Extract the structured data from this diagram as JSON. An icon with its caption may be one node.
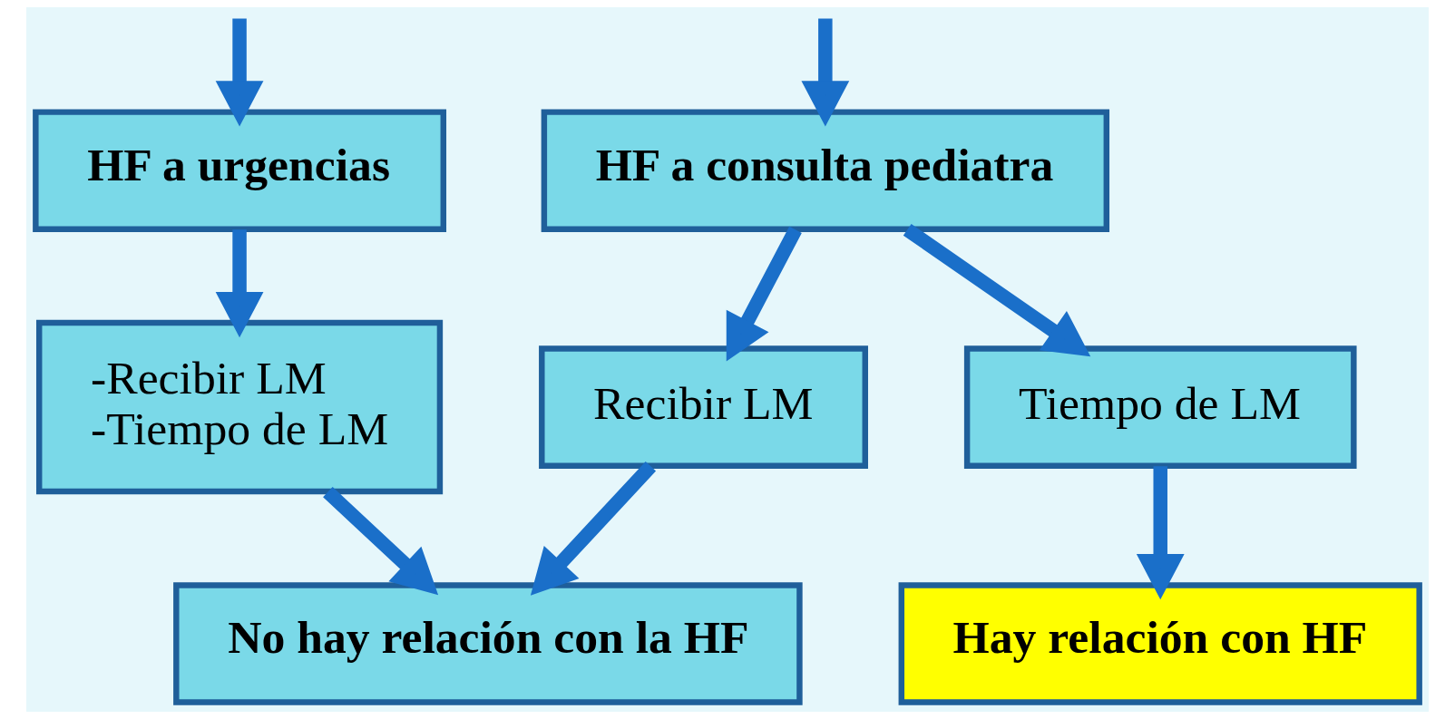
{
  "diagram": {
    "nodes": [
      {
        "text": [
          "HF a urgencias"
        ]
      },
      {
        "text": [
          "-Recibir LM",
          "-Tiempo de LM"
        ]
      },
      {
        "text": [
          "No hay relación con la HF"
        ]
      },
      {
        "text": [
          "HF a consulta pediatra"
        ]
      },
      {
        "text": [
          "Recibir LM"
        ]
      },
      {
        "text": [
          "Tiempo de LM"
        ]
      },
      {
        "text": [
          "Hay relación con HF"
        ]
      }
    ],
    "edges": [
      {
        "from": null,
        "to": 0,
        "arrow": "to"
      },
      {
        "from": 0,
        "to": 1,
        "arrow": "to"
      },
      {
        "from": 1,
        "to": 2,
        "arrow": "to"
      },
      {
        "from": null,
        "to": 3,
        "arrow": "to"
      },
      {
        "from": 3,
        "to": 4,
        "arrow": "to"
      },
      {
        "from": 3,
        "to": 5,
        "arrow": "to"
      },
      {
        "from": 4,
        "to": 2,
        "arrow": "to"
      },
      {
        "from": 5,
        "to": 6,
        "arrow": "to"
      }
    ]
  }
}
